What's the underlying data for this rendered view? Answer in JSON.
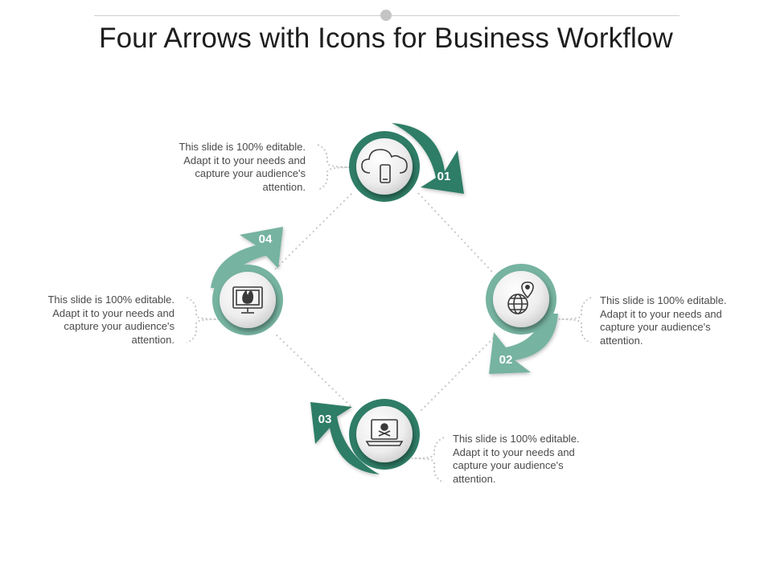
{
  "title": "Four Arrows with Icons for Business Workflow",
  "colors": {
    "dark_green": "#2f7d66",
    "light_green": "#76b3a0",
    "text": "#4a4a4a"
  },
  "steps": [
    {
      "number": "01",
      "icon": "cloud-mobile-icon",
      "text": "This slide is 100% editable. Adapt it to your needs and capture your audience's attention."
    },
    {
      "number": "02",
      "icon": "globe-location-pin-icon",
      "text": "This slide is 100% editable. Adapt it to your needs and capture your audience's attention."
    },
    {
      "number": "03",
      "icon": "laptop-skull-icon",
      "text": "This slide is 100% editable. Adapt it to your needs and capture your audience's attention."
    },
    {
      "number": "04",
      "icon": "monitor-fire-icon",
      "text": "This slide is 100% editable. Adapt it to your needs and capture your audience's attention."
    }
  ]
}
